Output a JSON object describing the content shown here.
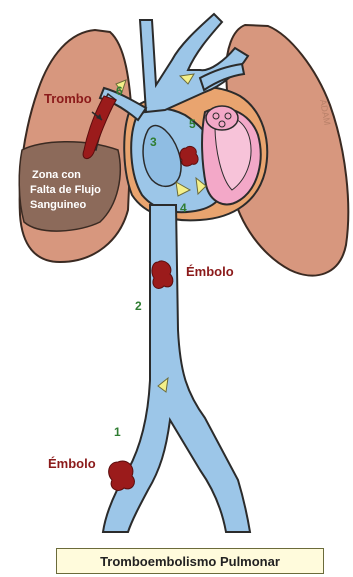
{
  "diagram": {
    "labels": {
      "trombo": "Trombo",
      "zone_line1": "Zona con",
      "zone_line2": "Falta de Flujo",
      "zone_line3": "Sanguineo",
      "embolo_upper": "Émbolo",
      "embolo_lower": "Émbolo",
      "num_1": "1",
      "num_2": "2",
      "num_3": "3",
      "num_4": "4",
      "num_5": "5",
      "num_6": "6",
      "watermark": "ADAM",
      "title": "Tromboembolismo Pulmonar"
    },
    "colors": {
      "lung": "#d7977e",
      "lung_outline": "#3a2a22",
      "dead_zone": "#8c6a5a",
      "vessel": "#9cc6e8",
      "vessel_outline": "#2b2b2b",
      "clot": "#9b1b1b",
      "heart_chamber": "#f3a8c8",
      "arrow": "#f4f08a"
    }
  }
}
